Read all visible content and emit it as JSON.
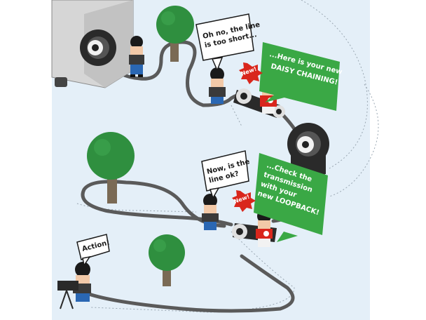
{
  "illustration": {
    "bubbles": {
      "too_short": [
        "Oh no, the line",
        "is too short..."
      ],
      "line_ok": [
        "Now, is the",
        "line ok?"
      ],
      "action": "Action!"
    },
    "callouts": {
      "daisy_chaining": [
        "...Here is your new",
        "DAISY CHAINING!"
      ],
      "loopback": [
        "...Check the",
        "transmission",
        "with your",
        "new LOOPBACK!"
      ]
    },
    "badges": {
      "new_top": "New!",
      "new_bottom": "New!"
    },
    "colors": {
      "sky": "#e4eff8",
      "cable": "#5a5a5a",
      "tree_green": "#2f8f3f",
      "callout_green": "#3aa845",
      "badge_red": "#d9261c",
      "shirt_red": "#d9261c",
      "pants_blue": "#2a67b3",
      "truck_gray": "#d6d6d6"
    }
  }
}
